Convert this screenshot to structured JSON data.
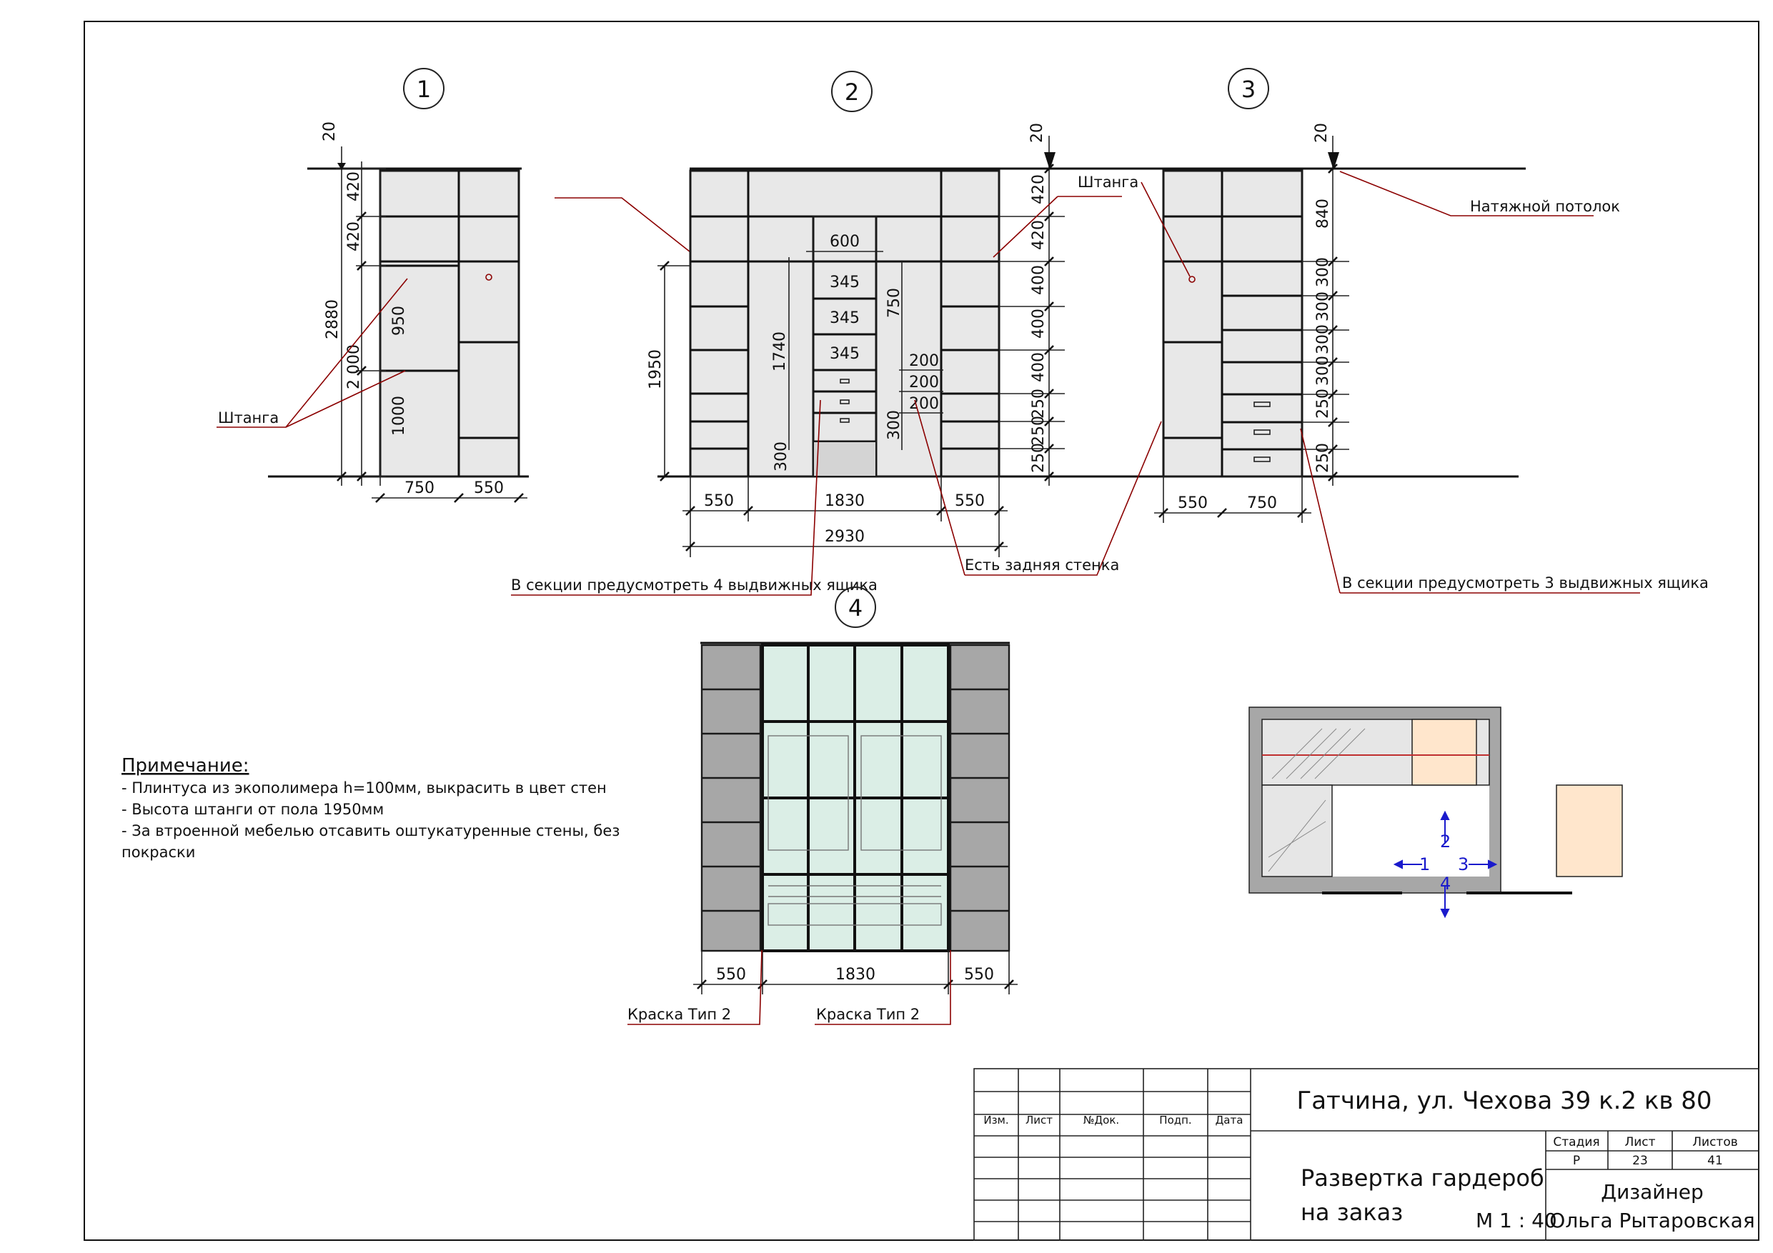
{
  "views": {
    "v1": "1",
    "v2": "2",
    "v3": "3",
    "v4": "4"
  },
  "dims": {
    "v1": {
      "top": "20",
      "h420a": "420",
      "h420b": "420",
      "h950": "950",
      "h1000": "1000",
      "h2880": "2880",
      "h2000": "2 000",
      "w750": "750",
      "w550": "550"
    },
    "v2": {
      "top": "20",
      "w600": "600",
      "s345a": "345",
      "s345b": "345",
      "s345c": "345",
      "h750": "750",
      "h1740": "1740",
      "h1950": "1950",
      "d200a": "200",
      "d200b": "200",
      "d200c": "200",
      "h300a": "300",
      "h300b": "300",
      "r420a": "420",
      "r420b": "420",
      "r400a": "400",
      "r400b": "400",
      "r400c": "400",
      "r250a": "250",
      "r250b": "250",
      "r250c": "250",
      "w550l": "550",
      "w1830": "1830",
      "w550r": "550",
      "w2930": "2930"
    },
    "v3": {
      "top": "20",
      "h840": "840",
      "h300a": "300",
      "h300b": "300",
      "h300c": "300",
      "h300d": "300",
      "h250a": "250",
      "h250b": "250",
      "w550": "550",
      "w750": "750"
    },
    "v4": {
      "w550l": "550",
      "w1830": "1830",
      "w550r": "550"
    }
  },
  "labels": {
    "shtanga_left": "Штанга",
    "shtanga_mid": "Штанга",
    "shtanga_right": "Штанга",
    "ceiling": "Натяжной потолок",
    "drawers4": "В секции предусмотреть 4 выдвижных ящика",
    "back_wall": "Есть задняя стенка",
    "drawers3": "В секции предусмотреть 3 выдвижных ящика",
    "paint_left": "Краска Тип 2",
    "paint_right": "Краска Тип 2"
  },
  "notes": {
    "title": "Примечание:",
    "lines": [
      "- Плинтуса из экополимера h=100мм, выкрасить в цвет стен",
      "- Высота штанги от пола 1950мм",
      "- За втроенной мебелью отсавить оштукатуренные стены, без",
      "покраски"
    ]
  },
  "plan": {
    "n1": "1",
    "n2": "2",
    "n3": "3",
    "n4": "4"
  },
  "title_block": {
    "col_izm": "Изм.",
    "col_list": "Лист",
    "col_ndok": "№Док.",
    "col_podp": "Подп.",
    "col_data": "Дата",
    "address": "Гатчина, ул. Чехова 39 к.2 кв 80",
    "sheet_title_1": "Развертка гардероб",
    "sheet_title_2": "на заказ",
    "scale": "М 1 : 40",
    "h_stage": "Стадия",
    "h_sheet": "Лист",
    "h_sheets": "Листов",
    "stage": "Р",
    "sheet": "23",
    "sheets": "41",
    "role": "Дизайнер",
    "designer": "Ольга Рытаровская"
  },
  "colors": {
    "leader": "#8b0000",
    "panel": "#e8e8e8",
    "glass": "#dbeee6",
    "dark_panel": "#a7a7a7",
    "plan_accent": "#ffe6cc",
    "arrow": "#1a1acc"
  }
}
